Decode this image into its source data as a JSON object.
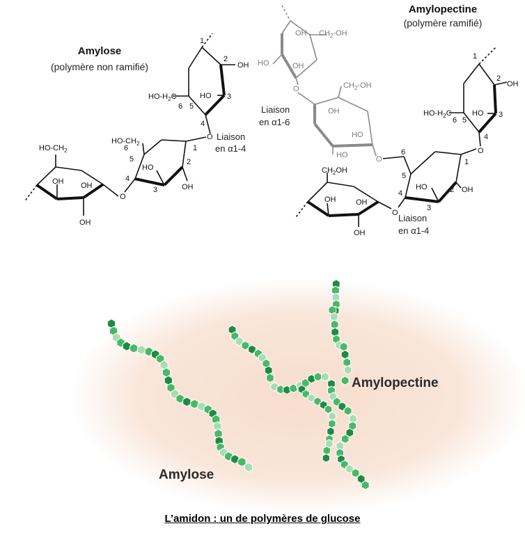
{
  "caption": "L’amidon : un de polymères de glucose",
  "amylose": {
    "title": "Amylose",
    "subtitle": "(polymère non ramifié)",
    "bond_label_1": "Liaison",
    "bond_label_2": "en α1-4"
  },
  "amylopectine": {
    "title": "Amylopectine",
    "subtitle": "(polymère ramifié)",
    "branch_label_1": "Liaison",
    "branch_label_2": "en α1-6",
    "bond_label_1": "Liaison",
    "bond_label_2": "en α1-4"
  },
  "labels": {
    "oh": "OH",
    "ho": "HO",
    "ho_ch2": "HO-CH",
    "ch2_oh": "CH",
    "ho_h2c": "HO-H",
    "c2": "C",
    "oh_tail": "-OH",
    "o": "O",
    "n1": "1",
    "n2": "2",
    "n3": "3",
    "n4": "4",
    "n5": "5",
    "n6": "6"
  },
  "bottom": {
    "amylose_label": "Amylose",
    "amylopectine_label": "Amylopectine"
  },
  "colors": {
    "bead_dark": "#1f8a44",
    "bead_mid": "#48b86a",
    "bead_light": "#a8dcb2",
    "glow": "#f5d9c8"
  }
}
